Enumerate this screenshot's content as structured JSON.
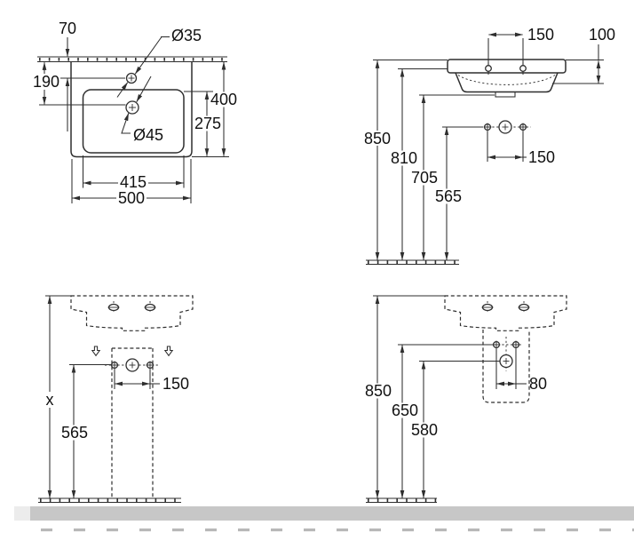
{
  "drawing": {
    "kind": "washbasin technical dimension drawing, four views",
    "views": {
      "plan": {
        "dims": {
          "rear_edge_offset": "70",
          "rear_to_drain": "190",
          "tap_hole_dia": "Ø35",
          "drain_hole_dia": "Ø45",
          "depth_overall": "400",
          "bowl_depth": "275",
          "bowl_width": "415",
          "width_overall": "500"
        }
      },
      "front_wall_hung": {
        "dims": {
          "fixing_spacing": "150",
          "rim_thickness": "100",
          "rim_height": "850",
          "fixing_height": "810",
          "underside_height": "705",
          "supply_height": "565",
          "supply_spacing": "150"
        }
      },
      "front_pedestal": {
        "dims": {
          "rim_height": "x",
          "supply_height": "565",
          "supply_spacing": "150"
        }
      },
      "front_semi_pedestal": {
        "dims": {
          "rim_height": "850",
          "fixing_height": "650",
          "waste_height": "580",
          "fixing_spacing": "80"
        }
      }
    },
    "colors": {
      "line": "#2e2e2e",
      "text": "#111111",
      "floor_strip": "#c7c7c7",
      "floor_strip_light": "#ececec",
      "bottom_ticks": "#b8b8b8",
      "background": "#ffffff"
    }
  }
}
